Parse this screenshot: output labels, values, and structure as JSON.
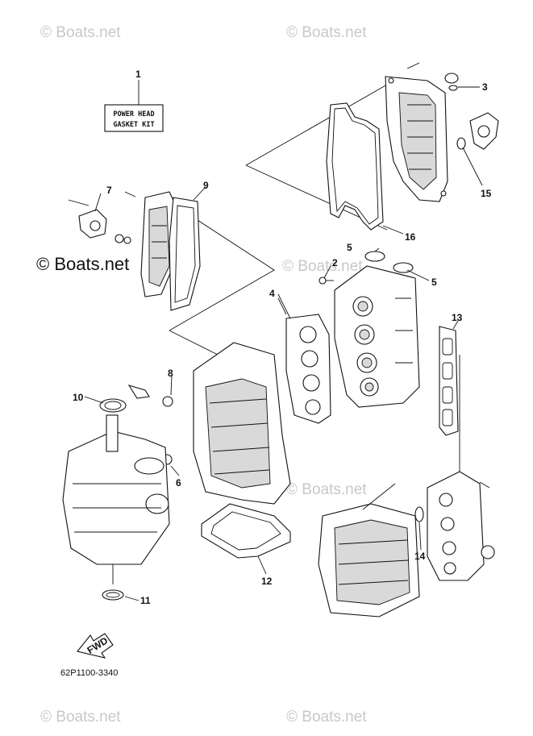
{
  "watermark": {
    "text": "© Boats.net"
  },
  "kit_label": {
    "line1": "POWER HEAD",
    "line2": "GASKET KIT"
  },
  "diagram_code": "62P1100-3340",
  "fwd_label": "FWD",
  "callouts": {
    "c1": "1",
    "c2": "2",
    "c3": "3",
    "c4": "4",
    "c5a": "5",
    "c5b": "5",
    "c6": "6",
    "c7": "7",
    "c8": "8",
    "c9": "9",
    "c10": "10",
    "c11": "11",
    "c12": "12",
    "c13": "13",
    "c14": "14",
    "c15": "15",
    "c16": "16"
  }
}
